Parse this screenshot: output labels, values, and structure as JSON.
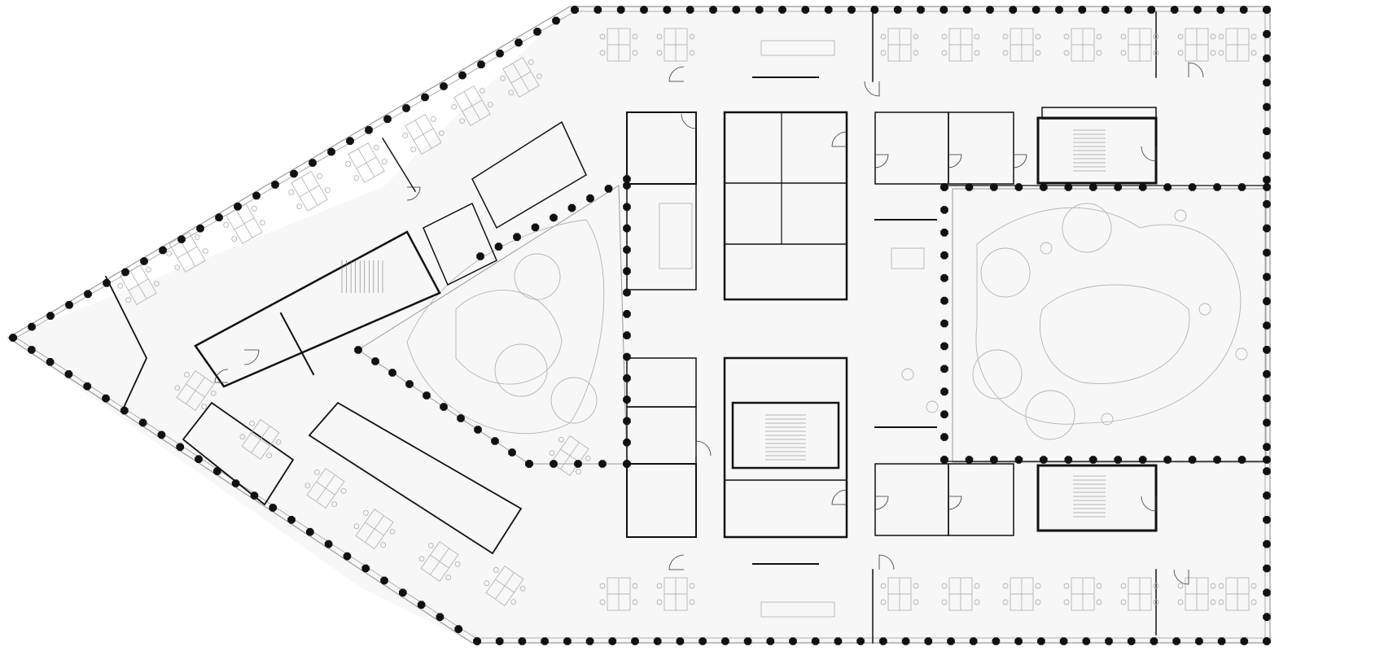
{
  "colors": {
    "background": "#ffffff",
    "wall": "#111111",
    "column": "#111111",
    "floor": "#f7f7f7",
    "furniture": "#b4b4b4",
    "landscape": "#bdbdbd"
  },
  "icons": {
    "column": "octagon",
    "door": "quarter-arc",
    "stair": "hatched-flight",
    "tree": "scribble-circle"
  }
}
